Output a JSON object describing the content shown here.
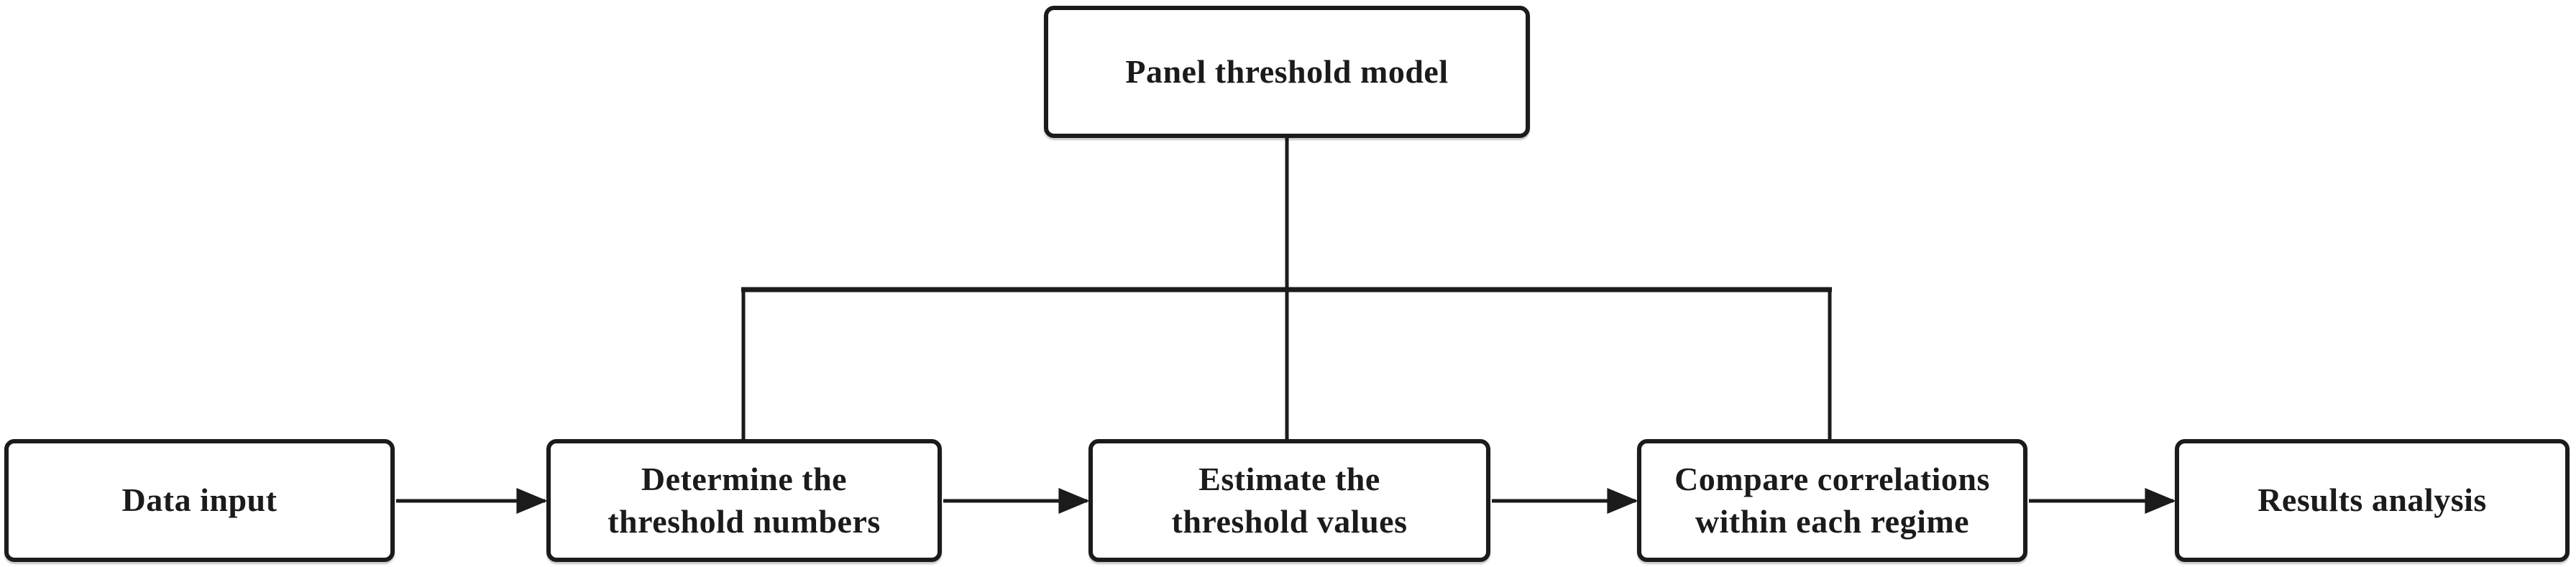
{
  "colors": {
    "background": "#ffffff",
    "box_border": "#1b1b1b",
    "text": "#1b1b1b",
    "line": "#1b1b1b"
  },
  "diagram": {
    "type": "flowchart",
    "root": {
      "id": "panel-threshold-model",
      "label": "Panel threshold model"
    },
    "flow": [
      {
        "id": "data-input",
        "label": "Data input"
      },
      {
        "id": "determine-threshold-numbers",
        "label": "Determine the\nthreshold numbers"
      },
      {
        "id": "estimate-threshold-values",
        "label": "Estimate the\nthreshold values"
      },
      {
        "id": "compare-correlations",
        "label": "Compare correlations\nwithin each regime"
      },
      {
        "id": "results-analysis",
        "label": "Results analysis"
      }
    ],
    "edges": [
      {
        "from": "panel-threshold-model",
        "to": "determine-threshold-numbers",
        "style": "plain-line"
      },
      {
        "from": "panel-threshold-model",
        "to": "estimate-threshold-values",
        "style": "plain-line"
      },
      {
        "from": "panel-threshold-model",
        "to": "compare-correlations",
        "style": "plain-line"
      },
      {
        "from": "data-input",
        "to": "determine-threshold-numbers",
        "style": "arrow"
      },
      {
        "from": "determine-threshold-numbers",
        "to": "estimate-threshold-values",
        "style": "arrow"
      },
      {
        "from": "estimate-threshold-values",
        "to": "compare-correlations",
        "style": "arrow"
      },
      {
        "from": "compare-correlations",
        "to": "results-analysis",
        "style": "arrow"
      }
    ]
  }
}
